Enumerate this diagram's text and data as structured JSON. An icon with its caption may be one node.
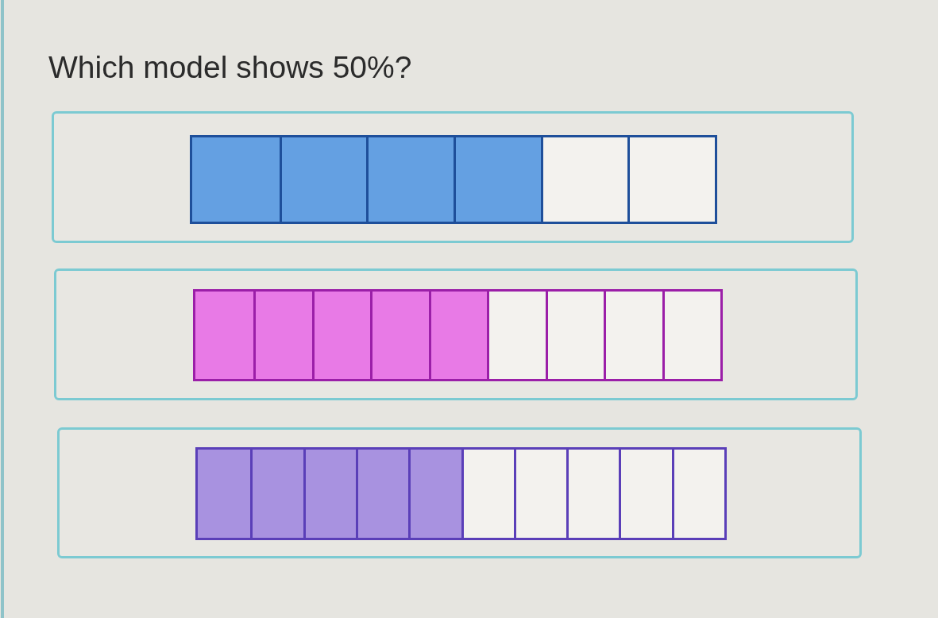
{
  "diagram": {
    "title": "Which model shows 50%?",
    "nodes": [
      {
        "text": [],
        "shape": "box"
      },
      {
        "text": [],
        "shape": "bar",
        "in": 0
      },
      {
        "text": [],
        "shape": "box",
        "in": 1
      },
      {
        "text": [],
        "shape": "box",
        "in": 1
      },
      {
        "text": [],
        "shape": "box",
        "in": 1
      },
      {
        "text": [],
        "shape": "box",
        "in": 1
      },
      {
        "text": [],
        "shape": "box",
        "in": 1
      },
      {
        "text": [],
        "shape": "box",
        "in": 1
      },
      {
        "text": [],
        "shape": "box"
      },
      {
        "text": [],
        "shape": "bar",
        "in": 8
      },
      {
        "text": [],
        "shape": "box",
        "in": 9
      },
      {
        "text": [],
        "shape": "box",
        "in": 9
      },
      {
        "text": [],
        "shape": "box",
        "in": 9
      },
      {
        "text": [],
        "shape": "box",
        "in": 9
      },
      {
        "text": [],
        "shape": "box",
        "in": 9
      },
      {
        "text": [],
        "shape": "box",
        "in": 9
      },
      {
        "text": [],
        "shape": "box",
        "in": 9
      },
      {
        "text": [],
        "shape": "box",
        "in": 9
      },
      {
        "text": [],
        "shape": "box",
        "in": 9
      },
      {
        "text": [],
        "shape": "box"
      },
      {
        "text": [],
        "shape": "bar",
        "in": 19
      },
      {
        "text": [],
        "shape": "box",
        "in": 20
      },
      {
        "text": [],
        "shape": "box",
        "in": 20
      },
      {
        "text": [],
        "shape": "box",
        "in": 20
      },
      {
        "text": [],
        "shape": "box",
        "in": 20
      },
      {
        "text": [],
        "shape": "box",
        "in": 20
      },
      {
        "text": [],
        "shape": "box",
        "in": 20
      },
      {
        "text": [],
        "shape": "box",
        "in": 20
      },
      {
        "text": [],
        "shape": "box",
        "in": 20
      },
      {
        "text": [],
        "shape": "box",
        "in": 20
      },
      {
        "text": [],
        "shape": "box",
        "in": 20
      }
    ]
  }
}
